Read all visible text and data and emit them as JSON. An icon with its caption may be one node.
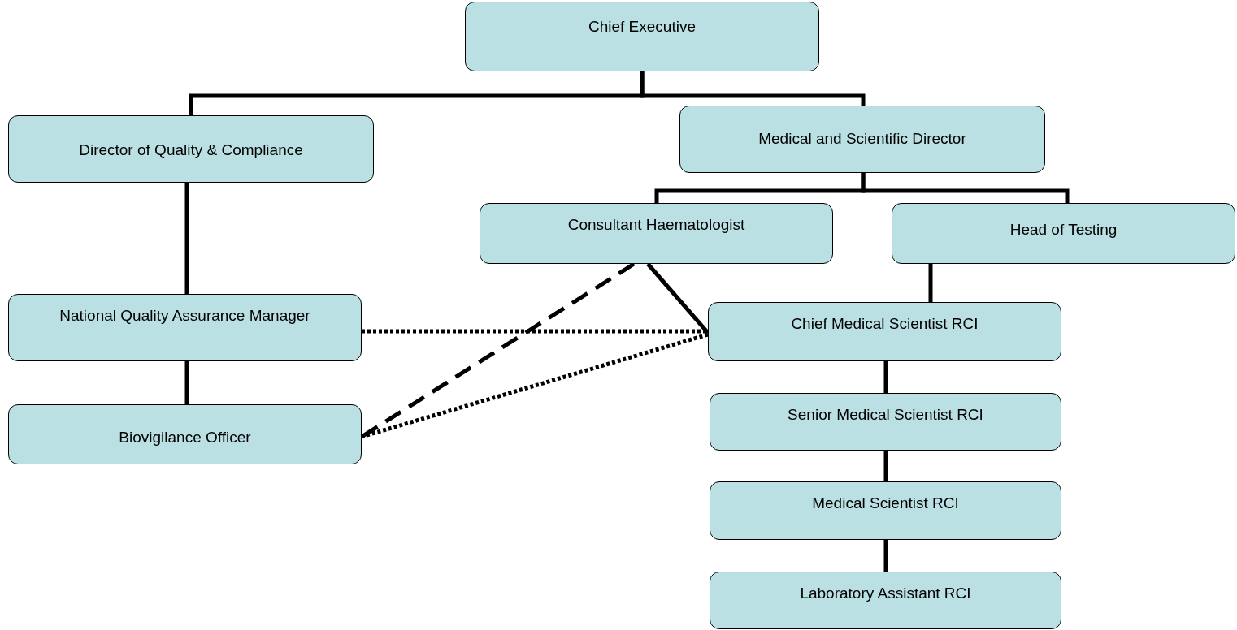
{
  "diagram": {
    "nodes": [
      {
        "text": [
          "Chief Executive"
        ]
      },
      {
        "text": [
          "Director of Quality & Compliance"
        ]
      },
      {
        "text": [
          "Medical and Scientific Director"
        ]
      },
      {
        "text": [
          "Consultant Haematologist"
        ]
      },
      {
        "text": [
          "Head of Testing"
        ]
      },
      {
        "text": [
          "National Quality Assurance Manager"
        ]
      },
      {
        "text": [
          "Chief Medical Scientist RCI"
        ]
      },
      {
        "text": [
          "Biovigilance Officer"
        ]
      },
      {
        "text": [
          "Senior Medical Scientist RCI"
        ]
      },
      {
        "text": [
          "Medical Scientist RCI"
        ]
      },
      {
        "text": [
          "Laboratory Assistant RCI"
        ]
      }
    ],
    "edges": [
      {
        "from": 0,
        "to": 1,
        "arrow": "none"
      },
      {
        "from": 0,
        "to": 2,
        "arrow": "none"
      },
      {
        "from": 2,
        "to": 3,
        "arrow": "none"
      },
      {
        "from": 2,
        "to": 4,
        "arrow": "none"
      },
      {
        "from": 1,
        "to": 5,
        "arrow": "none"
      },
      {
        "from": 5,
        "to": 7,
        "arrow": "none"
      },
      {
        "from": 3,
        "to": 6,
        "arrow": "none"
      },
      {
        "from": 4,
        "to": 6,
        "arrow": "none"
      },
      {
        "from": 6,
        "to": 8,
        "arrow": "none"
      },
      {
        "from": 8,
        "to": 9,
        "arrow": "none"
      },
      {
        "from": 9,
        "to": 10,
        "arrow": "none"
      },
      {
        "from": 5,
        "to": 6,
        "arrow": "none",
        "style": "dashed"
      },
      {
        "from": 3,
        "to": 7,
        "arrow": "none",
        "style": "dashed"
      },
      {
        "from": 6,
        "to": 7,
        "arrow": "none",
        "style": "dashed"
      }
    ]
  }
}
